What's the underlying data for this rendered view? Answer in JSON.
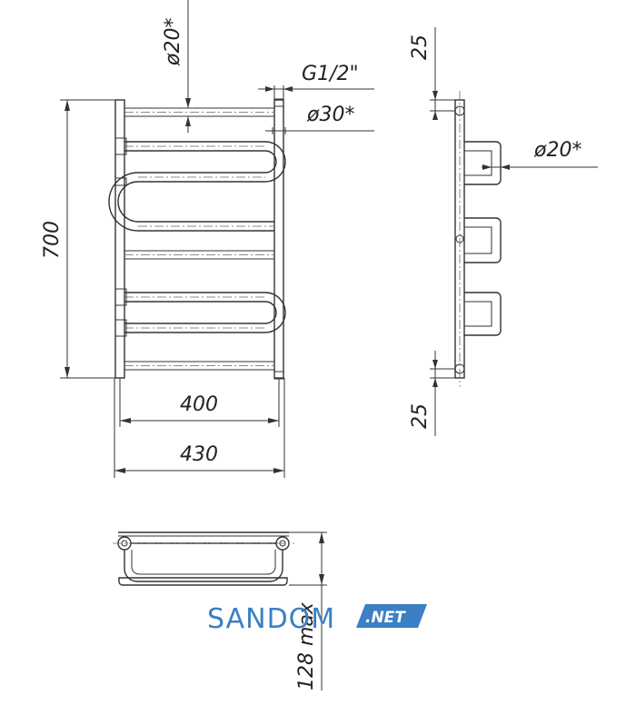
{
  "dimensions": {
    "height_total": "700",
    "width_inner": "400",
    "width_outer": "430",
    "tube_diameter_top": "ø20*",
    "thread": "G1/2\"",
    "connector_diameter": "ø30*",
    "side_tube_diameter": "ø20*",
    "offset_top": "25",
    "offset_bottom": "25",
    "depth_max": "128 max"
  },
  "logo": {
    "main": "SANDOM",
    "suffix": ".NET",
    "primary_color": "#3b7fc4"
  }
}
